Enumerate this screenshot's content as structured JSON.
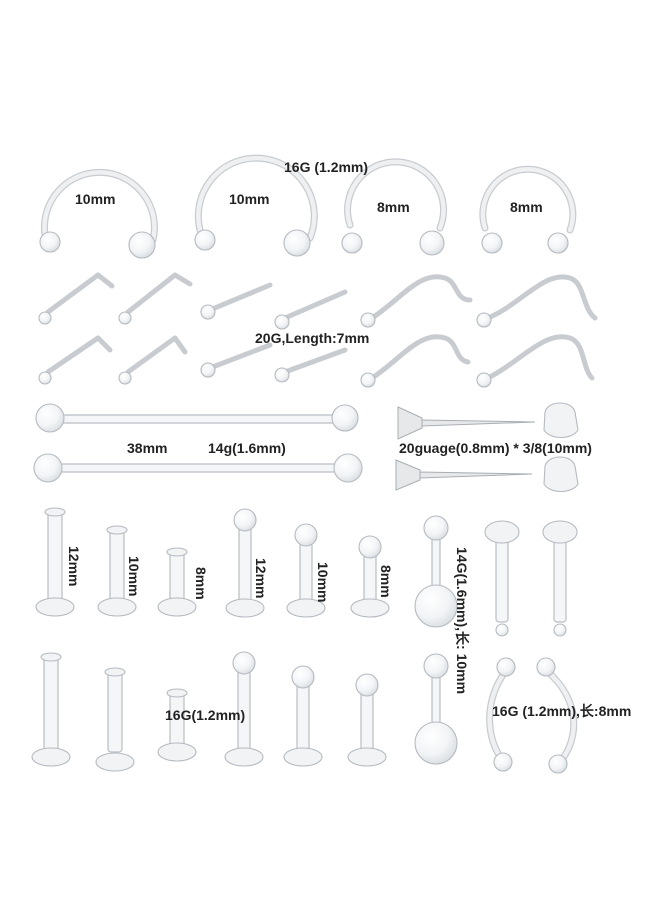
{
  "labels": {
    "horseshoe_gauge": "16G (1.2mm)",
    "horseshoe_size_1": "10mm",
    "horseshoe_size_2": "10mm",
    "horseshoe_size_3": "8mm",
    "horseshoe_size_4": "8mm",
    "nose_spec": "20G,Length:7mm",
    "barbell_length": "38mm",
    "barbell_gauge": "14g(1.6mm)",
    "stud_spec": "20guage(0.8mm) * 3/8(10mm)",
    "labret_flat_12": "12mm",
    "labret_flat_10": "10mm",
    "labret_flat_8": "8mm",
    "labret_ball_12": "12mm",
    "labret_ball_10": "10mm",
    "labret_ball_8": "8mm",
    "labret_gauge": "16G(1.2mm)",
    "belly_spec": "14G(1.6mm),长: 10mm",
    "curved_spec": "16G (1.2mm),长:8mm"
  },
  "colors": {
    "background": "#ffffff",
    "text": "#222222",
    "clear_outline": "#c4c8cc"
  }
}
